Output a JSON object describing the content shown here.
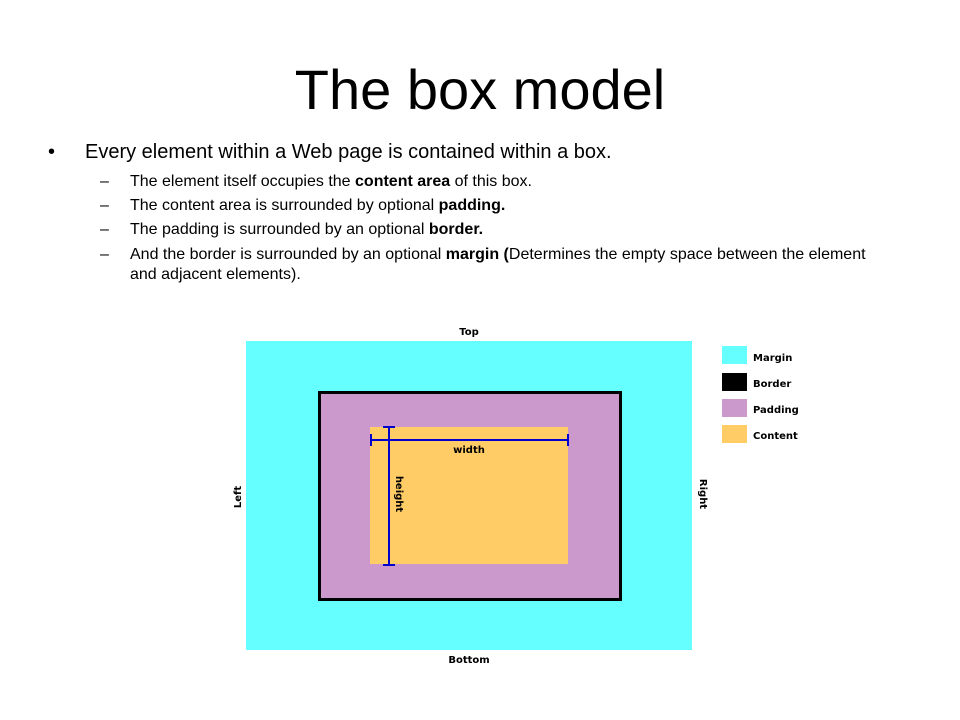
{
  "slide": {
    "title": "The box model",
    "bullet": "Every element within a Web page is contained within a box.",
    "subpoints": [
      {
        "pre": "The element itself occupies the ",
        "bold": "content area",
        "post": " of this box."
      },
      {
        "pre": "The content area is surrounded by optional ",
        "bold": "padding.",
        "post": ""
      },
      {
        "pre": "The padding is surrounded by an optional ",
        "bold": "border.",
        "post": ""
      },
      {
        "pre": "And the border is surrounded by an optional ",
        "bold": "margin (",
        "post": "Determines the empty space between the element and adjacent elements)."
      }
    ]
  },
  "diagram": {
    "labels": {
      "top": "Top",
      "bottom": "Bottom",
      "left": "Left",
      "right": "Right",
      "width": "width",
      "height": "height"
    },
    "legend": [
      {
        "label": "Margin",
        "color": "#66ffff"
      },
      {
        "label": "Border",
        "color": "#000000"
      },
      {
        "label": "Padding",
        "color": "#cc99cc"
      },
      {
        "label": "Content",
        "color": "#ffcc66"
      }
    ],
    "measure_color": "#0000cc"
  }
}
